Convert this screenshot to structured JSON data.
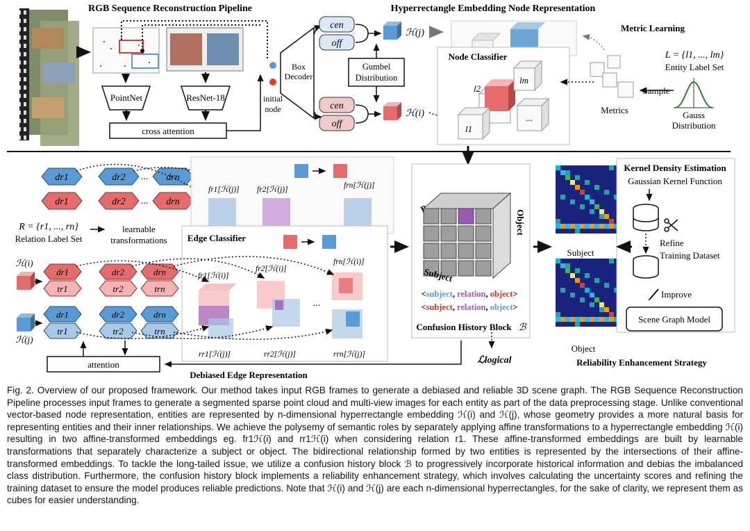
{
  "pipeline": {
    "title": "RGB Sequence Reconstruction Pipeline",
    "pointnet": "PointNet",
    "resnet": "ResNet-18",
    "cross_attention": "cross attention",
    "initial_node": [
      "initial",
      "node"
    ]
  },
  "box_decoder": [
    "Box",
    "Decoder"
  ],
  "hyperrect": {
    "title": "Hyperrectangle Embedding Node Representation",
    "cen": "cen",
    "off": "off",
    "gumbel": [
      "Gumbel",
      "Distribution"
    ],
    "hj": "ℋ(j)",
    "hi": "ℋ(i)"
  },
  "node_classifier": {
    "title": "Node Classifier",
    "labels": [
      "l2",
      "lm",
      "l1",
      "..."
    ]
  },
  "metric": {
    "title": "Metric Learning",
    "label_set_formula": "L = {l1, ..., lm}",
    "label_set": "Entity Label Set",
    "sample": "Sample",
    "metrics": "Metrics",
    "gauss": [
      "Gauss",
      "Distribution"
    ]
  },
  "relations": {
    "d_labels": [
      "dr1",
      "dr2",
      "drn"
    ],
    "t_labels": [
      "tr1",
      "tr2",
      "trn"
    ],
    "ellipsis": "...",
    "label_set_formula": "R = {r1, ..., rn}",
    "label_set": "Relation Label Set",
    "learnable": [
      "learnable",
      "transformations"
    ],
    "hi": "ℋ(i)",
    "hj": "ℋ(j)",
    "attention": "attention",
    "section_title": "Debiased Edge Representation"
  },
  "edge": {
    "title": "Edge Classifier",
    "f_top": [
      "fr1[ℋ(j)]",
      "fr2[ℋ(j)]",
      "frn[ℋ(j)]"
    ],
    "f_mid": [
      "fr1[ℋ(i)]",
      "fr2[ℋ(i)]",
      "frn[ℋ(i)]"
    ],
    "r_bot": [
      "rr1[ℋ(j)]",
      "rr2[ℋ(j)]",
      "rrn[ℋ(j)]"
    ],
    "ellipsis": "..."
  },
  "confusion": {
    "predicate": "Predicate",
    "object": "Object",
    "subject": "Subject",
    "triple1": {
      "subject": "subject",
      "relation": "relation",
      "object": "object"
    },
    "triple2": {
      "subject": "subject",
      "relation": "relation",
      "object": "object"
    },
    "title": "Confusion History Block",
    "symbol": "ℬ",
    "loss": "ℒlogical"
  },
  "reliability": {
    "subject_label": "Subject",
    "object_label": "Object",
    "kde_title": "Kernel Density Estimation",
    "kernel_fn": "Gaussian Kernel Function",
    "refine": [
      "Refine",
      "Training Dataset"
    ],
    "improve": "Improve",
    "scene_graph": "Scene Graph Model",
    "title": "Reliability Enhancement Strategy"
  },
  "colors": {
    "blue": "#5b9bd5",
    "red": "#e46c6c",
    "purple": "#9b59b6",
    "heatmap_bg": "#1a237e"
  },
  "caption": "Fig. 2. Overview of our proposed framework. Our method takes input RGB frames to generate a debiased and reliable 3D scene graph. The RGB Sequence Reconstruction Pipeline processes input frames to generate a segmented sparse point cloud and multi-view images for each entity as part of the data preprocessing stage. Unlike conventional vector-based node representation, entities are represented by n-dimensional hyperrectangle embedding ℋ(i) and ℋ(j), whose geometry provides a more natural basis for representing entities and their inner relationships. We achieve the polysemy of semantic roles by separately applying affine transformations to a hyperrectangle embedding ℋ(i) resulting in two affine-transformed embeddings eg. fr1ℋ(i) and rr1ℋ(i) when considering relation r1. These affine-transformed embeddings are built by learnable transformations that separately characterize a subject or object. The bidirectional relationship formed by two entities is represented by the intersections of their affine-transformed embeddings. To tackle the long-tailed issue, we utilize a confusion history block ℬ to progressively incorporate historical information and debias the imbalanced class distribution. Furthermore, the confusion history block implements a reliability enhancement strategy, which involves calculating the uncertainty scores and refining the training dataset to ensure the model produces reliable predictions. Note that ℋ(i) and ℋ(j) are each n-dimensional hyperrectangles, for the sake of clarity, we represent them as cubes for easier understanding."
}
